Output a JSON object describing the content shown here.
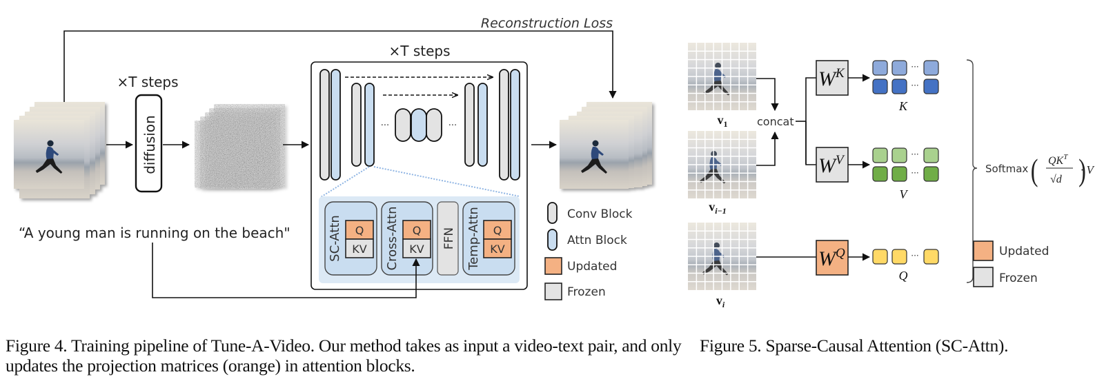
{
  "figure4": {
    "reconstruction_loss_label": "Reconstruction Loss",
    "diffusion_steps_label": "×T steps",
    "diffusion_label": "diffusion",
    "unet_steps_label": "×T steps",
    "prompt_text": "“A young man is running on the beach\"",
    "ellipsis": "···",
    "blocks": [
      {
        "name": "SC-Attn",
        "q": "Q",
        "kv": "KV",
        "q_state": "updated",
        "kv_state": "frozen"
      },
      {
        "name": "Cross-Attn",
        "q": "Q",
        "kv": "KV",
        "q_state": "updated",
        "kv_state": "frozen"
      },
      {
        "name": "FFN"
      },
      {
        "name": "Temp-Attn",
        "q": "Q",
        "kv": "KV",
        "q_state": "updated",
        "kv_state": "updated"
      }
    ],
    "legend": [
      {
        "key": "conv",
        "label": "Conv Block"
      },
      {
        "key": "attn",
        "label": "Attn Block"
      },
      {
        "key": "updated",
        "label": "Updated"
      },
      {
        "key": "frozen",
        "label": "Frozen"
      }
    ],
    "caption": "Figure 4. Training pipeline of Tune-A-Video. Our method takes as input a video-text pair, and only updates the projection matrices (orange) in attention blocks."
  },
  "figure5": {
    "frames": [
      {
        "label": "v",
        "sub": "1"
      },
      {
        "label": "v",
        "sub": "i−1"
      },
      {
        "label": "v",
        "sub": "i"
      }
    ],
    "concat_label": "concat",
    "weights": [
      {
        "base": "W",
        "sup": "K",
        "state": "frozen",
        "output": "K"
      },
      {
        "base": "W",
        "sup": "V",
        "state": "frozen",
        "output": "V"
      },
      {
        "base": "W",
        "sup": "Q",
        "state": "updated",
        "output": "Q"
      }
    ],
    "formula": {
      "softmax": "Softmax",
      "numerator": "QK",
      "numerator_sup": "T",
      "denominator": "√d",
      "tail": "· V"
    },
    "legend": [
      {
        "key": "updated",
        "label": "Updated"
      },
      {
        "key": "frozen",
        "label": "Frozen"
      }
    ],
    "caption": "Figure 5. Sparse-Causal Attention (SC-Attn)."
  },
  "colors": {
    "updated": "#f4b183",
    "frozen": "#e3e3e3",
    "attn": "#c9ddf0",
    "attn_panel": "#dce9f5",
    "k_light": "#8eaadb",
    "k_dark": "#4472c4",
    "v_light": "#a9d18e",
    "v_dark": "#70ad47",
    "q": "#ffd966",
    "dotted": "#8eb4e3"
  }
}
